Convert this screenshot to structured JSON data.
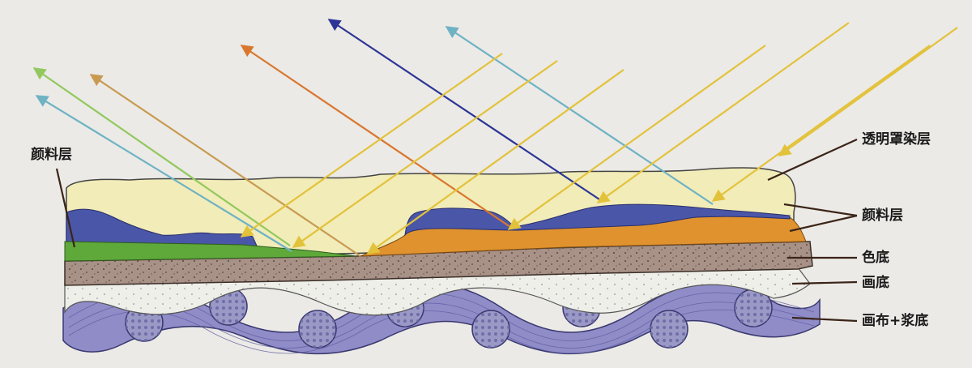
{
  "labels": {
    "pigment_left": "颜料层",
    "glaze": "透明罩染层",
    "pigment_right": "颜料层",
    "color_ground": "色底",
    "painting_ground": "画底",
    "canvas_size": "画布+浆底"
  },
  "colors": {
    "background": "#ebeae6",
    "canvas_weave": "#8f8cc8",
    "canvas_thread": "#9a99c6",
    "painting_ground": "#efefea",
    "color_ground": "#a89186",
    "glaze": "#f1ecb8",
    "pigment_blue": "#4a56a8",
    "pigment_orange": "#e0922e",
    "pigment_green": "#5fa83a",
    "ray_yellow": "#e3c23b",
    "ray_orange": "#d9772f",
    "ray_darkblue": "#2c3596",
    "ray_lightblue": "#6eb2c4",
    "ray_lightgreen": "#92c85e",
    "ray_tan": "#c89a52"
  }
}
